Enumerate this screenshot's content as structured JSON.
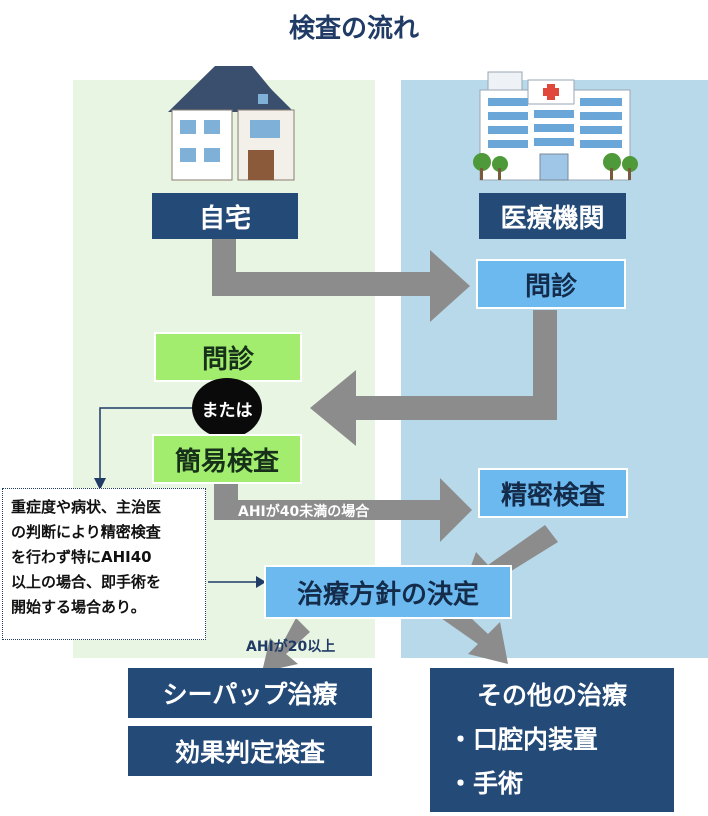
{
  "title": "検査の流れ",
  "nodes": {
    "home": "自宅",
    "hospital": "医療機関",
    "consult_hospital": "問診",
    "consult_home": "問診",
    "or": "または",
    "simple_test": "簡易検査",
    "detailed_test": "精密検査",
    "policy": "治療方針の決定",
    "cpap": "シーパップ治療",
    "effect_test": "効果判定検査",
    "other_treatment": "その他の治療",
    "oral_device": "・口腔内装置",
    "surgery": "・手術"
  },
  "labels": {
    "ahi_under_40": "AHIが40未満の場合",
    "ahi_20_plus": "AHIが20以上"
  },
  "note": "重症度や病状、主治医\nの判断により精密検査\nを行わず特にAHI40\n以上の場合、即手術を\n開始する場合あり。",
  "icons": [
    "house-icon",
    "hospital-icon"
  ],
  "colors": {
    "navy": "#244a78",
    "light_blue": "#6cb9f0",
    "light_green": "#a2ec6e",
    "home_panel": "#e9f5e3",
    "hospital_panel": "#b7d9ea",
    "arrow": "#8c8c8c"
  }
}
